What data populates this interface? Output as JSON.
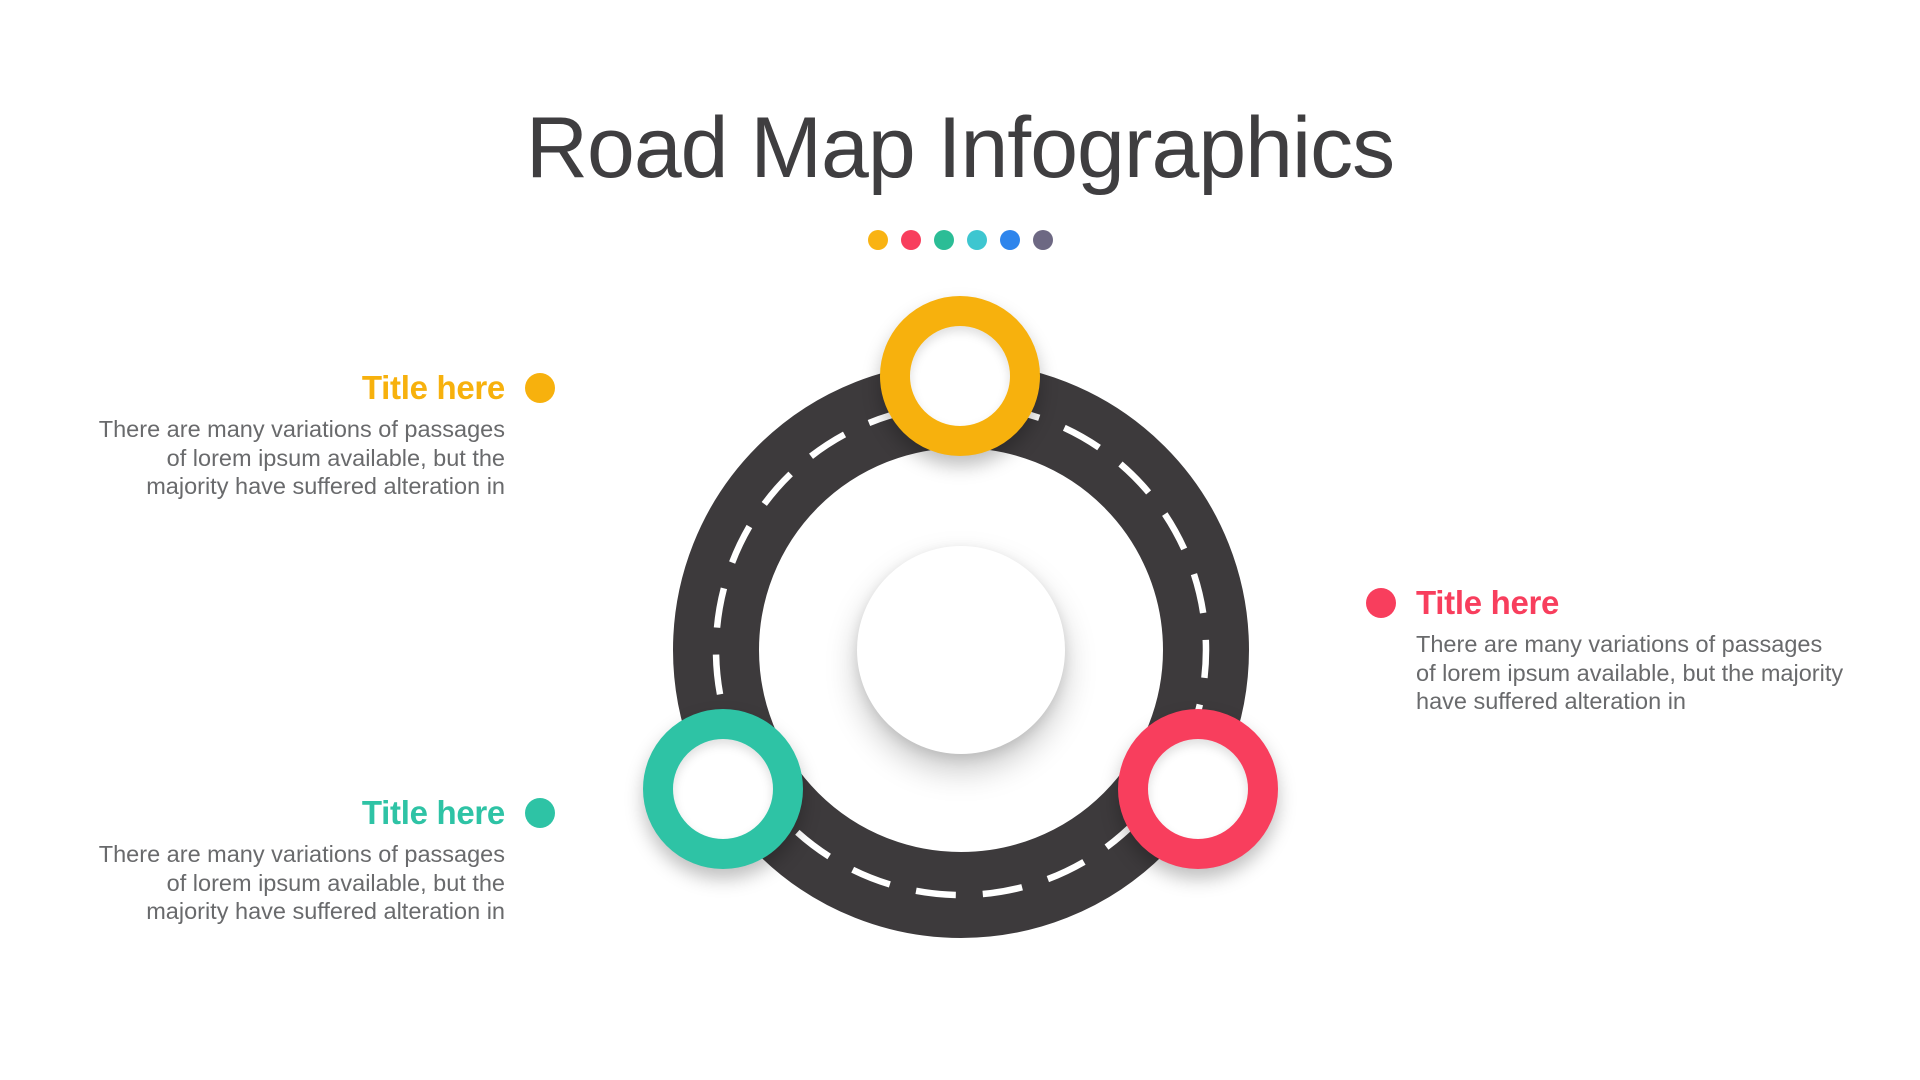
{
  "title": "Road Map Infographics",
  "title_color": "#3F3E40",
  "body_text_color": "#696A6C",
  "decor_dots": [
    "#F9B313",
    "#F83E5D",
    "#2BBD96",
    "#3EC6D0",
    "#2E85EC",
    "#6D6883"
  ],
  "roadmap": {
    "road_color": "#3D3A3C",
    "dash_color": "#FFFFFF",
    "center_circle_color": "#FFFFFF",
    "markers": [
      {
        "name": "milestone-top",
        "color": "#F7B10D"
      },
      {
        "name": "milestone-bottom-left",
        "color": "#2EC3A5"
      },
      {
        "name": "milestone-bottom-right",
        "color": "#F83E5D"
      }
    ]
  },
  "blocks": [
    {
      "title": "Title here",
      "color": "#F7B10D",
      "body": "There are many variations of passages of lorem ipsum available, but the majority have suffered alteration in"
    },
    {
      "title": "Title here",
      "color": "#2EC3A5",
      "body": "There are many variations of passages of lorem ipsum available, but the majority have suffered alteration in"
    },
    {
      "title": "Title here",
      "color": "#F83E5D",
      "body": "There are many variations of passages of lorem ipsum available, but the majority have suffered alteration in"
    }
  ]
}
